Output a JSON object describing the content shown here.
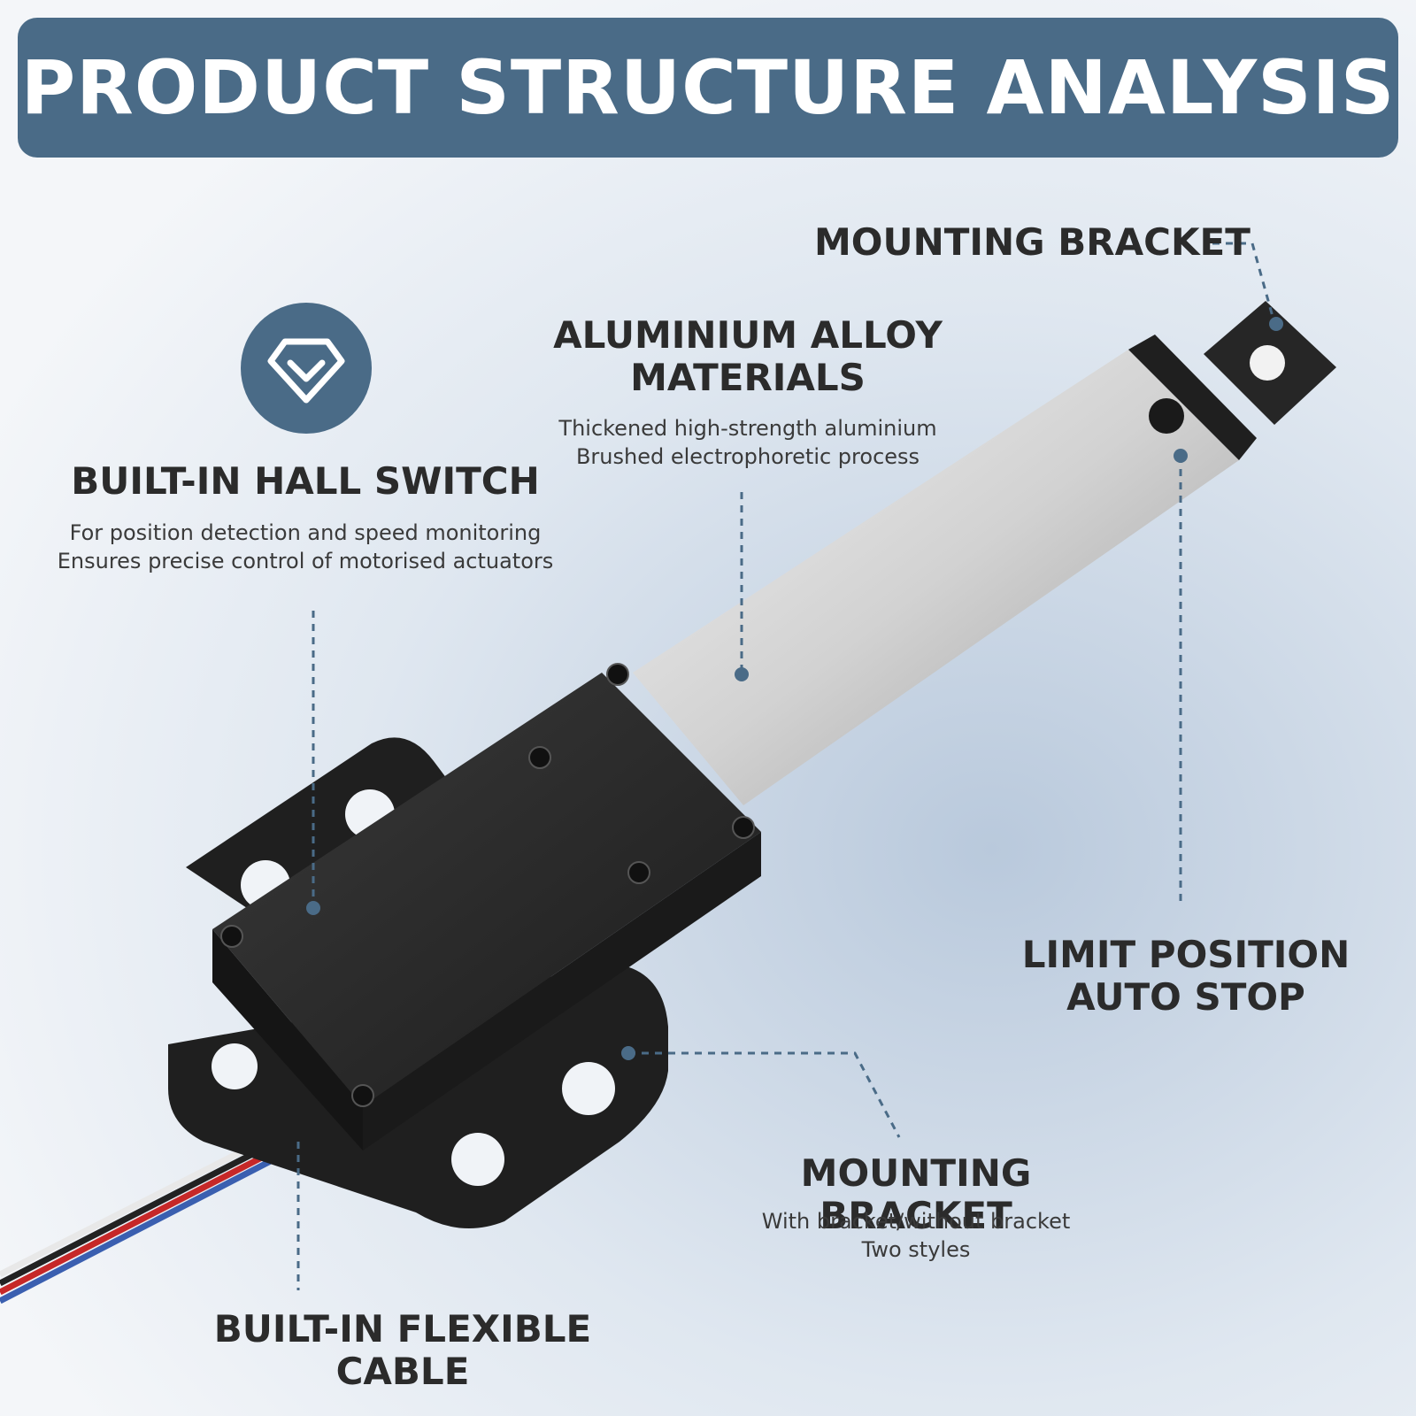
{
  "header": {
    "title": "PRODUCT STRUCTURE ANALYSIS"
  },
  "callouts": {
    "mounting_bracket_top": {
      "title": "MOUNTING BRACKET"
    },
    "aluminium": {
      "title_line1": "ALUMINIUM ALLOY",
      "title_line2": "MATERIALS",
      "desc_line1": "Thickened high-strength aluminium",
      "desc_line2": "Brushed electrophoretic process"
    },
    "hall_switch": {
      "icon": "diamond-check-icon",
      "title": "BUILT-IN HALL SWITCH",
      "desc_line1": "For position detection and speed monitoring",
      "desc_line2": "Ensures precise control of motorised actuators"
    },
    "limit_position": {
      "title_line1": "LIMIT POSITION",
      "title_line2": "AUTO STOP"
    },
    "mounting_bracket_bottom": {
      "title": "MOUNTING BRACKET",
      "desc_line1": "With bracket/without bracket",
      "desc_line2": "Two styles"
    },
    "cable": {
      "title": "BUILT-IN FLEXIBLE CABLE"
    }
  },
  "colors": {
    "banner": "#4a6b87",
    "leader_line": "#4a6b87",
    "text_dark": "#2b2b2b",
    "aluminium": "#dcdcdc",
    "housing": "#2a2a2a"
  }
}
